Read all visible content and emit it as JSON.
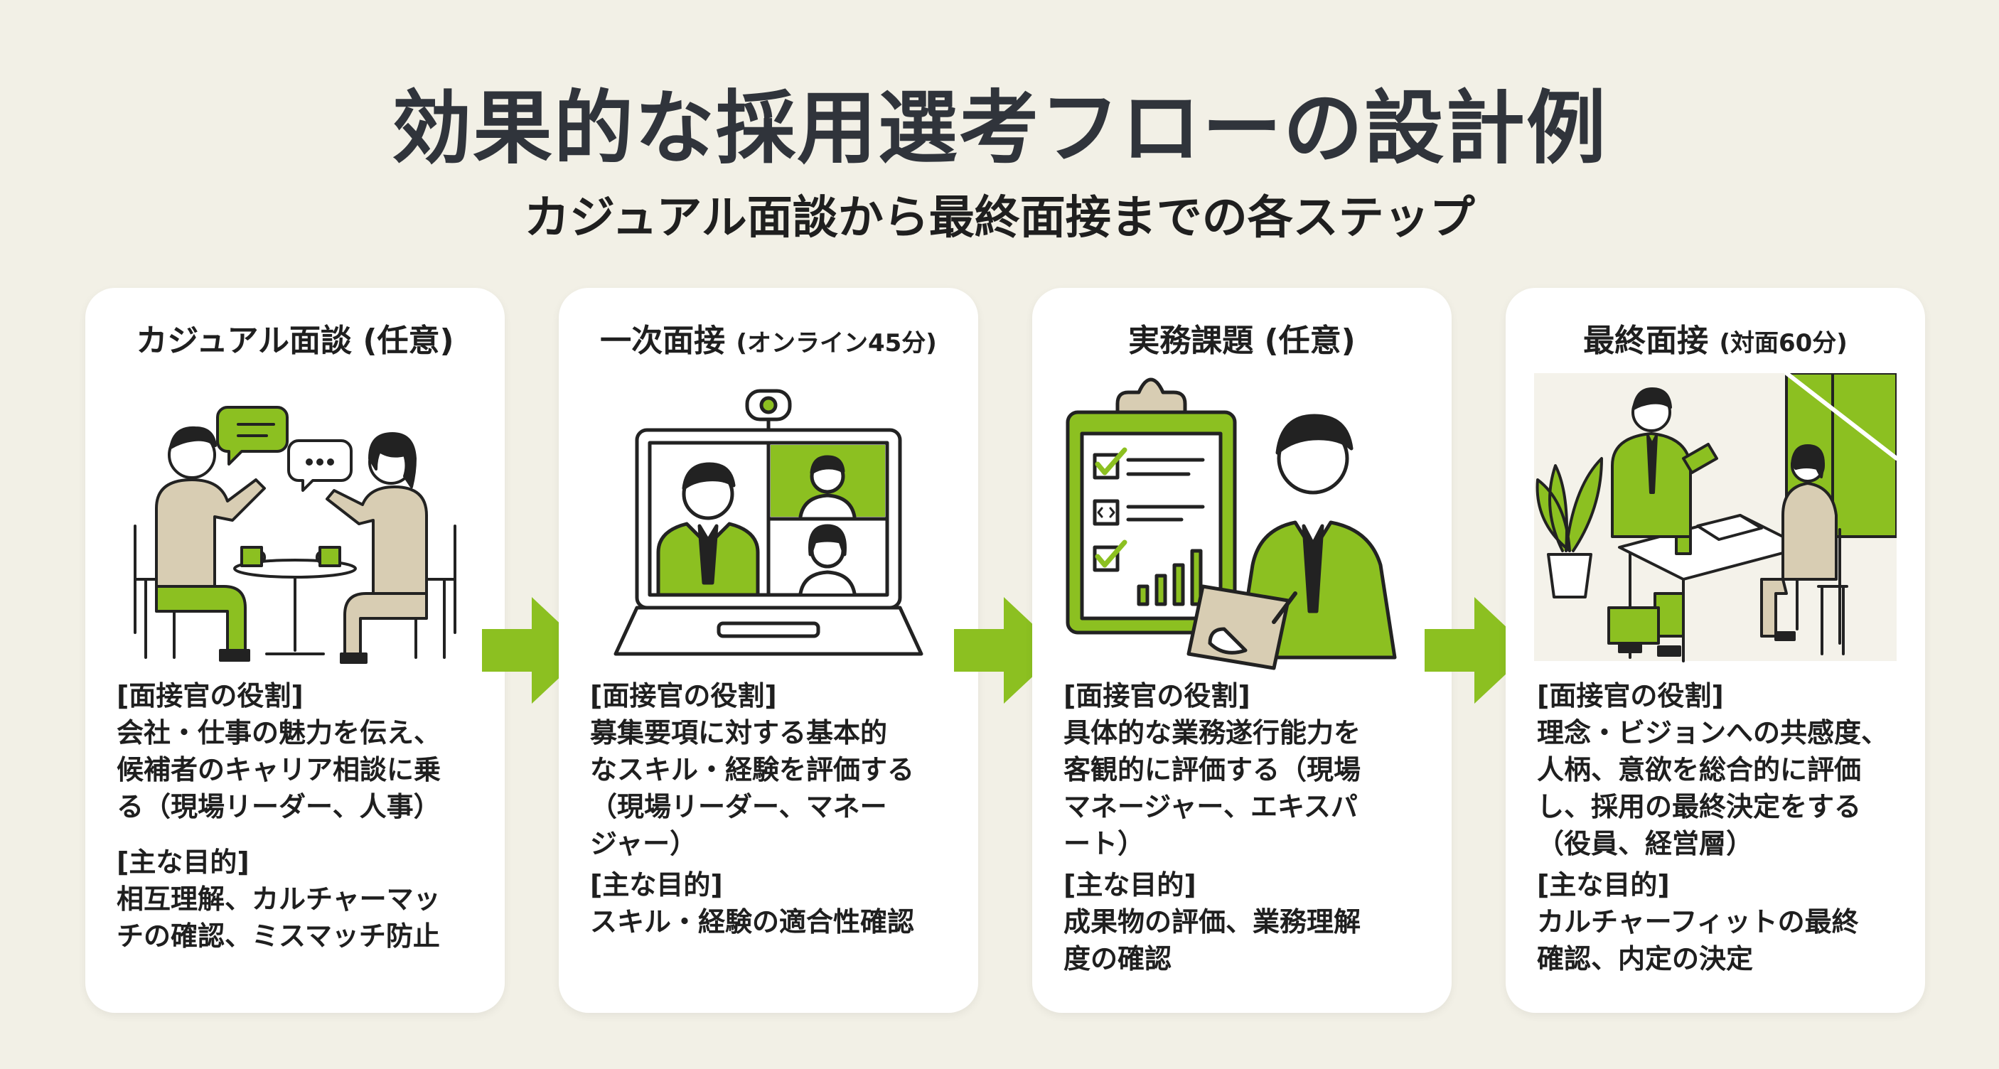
{
  "header": {
    "title": "効果的な採用選考フローの設計例",
    "subtitle": "カジュアル面談から最終面接までの各ステップ"
  },
  "colors": {
    "background": "#f2f0e6",
    "accent_green": "#8cc021",
    "title_text": "#30343b",
    "card": "#ffffff"
  },
  "steps": [
    {
      "title": "カジュアル面談",
      "title_note": "(任意)",
      "role_label": "[面接官の役割]",
      "role_lines": [
        "会社・仕事の魅力を伝え、",
        "候補者のキャリア相談に乗",
        "る（現場リーダー、人事）"
      ],
      "purpose_label": "[主な目的]",
      "purpose_lines": [
        "相互理解、カルチャーマッ",
        "チの確認、ミスマッチ防止"
      ]
    },
    {
      "title": "一次面接",
      "title_note": "(オンライン45分)",
      "role_label": "[面接官の役割]",
      "role_lines": [
        "募集要項に対する基本的",
        "なスキル・経験を評価する",
        "（現場リーダー、マネー",
        "ジャー）"
      ],
      "purpose_label": "[主な目的]",
      "purpose_lines": [
        "スキル・経験の適合性確認"
      ]
    },
    {
      "title": "実務課題",
      "title_note": "(任意)",
      "role_label": "[面接官の役割]",
      "role_lines": [
        "具体的な業務遂行能力を",
        "客観的に評価する（現場",
        "マネージャー、エキスパ",
        "ート）"
      ],
      "purpose_label": "[主な目的]",
      "purpose_lines": [
        "成果物の評価、業務理解",
        "度の確認"
      ]
    },
    {
      "title": "最終面接",
      "title_note": "(対面60分)",
      "role_label": "[面接官の役割]",
      "role_lines": [
        "理念・ビジョンへの共感度、",
        "人柄、意欲を総合的に評価",
        "し、採用の最終決定をする",
        "（役員、経営層）"
      ],
      "purpose_label": "[主な目的]",
      "purpose_lines": [
        "カルチャーフィットの最終",
        "確認、内定の決定"
      ]
    }
  ]
}
